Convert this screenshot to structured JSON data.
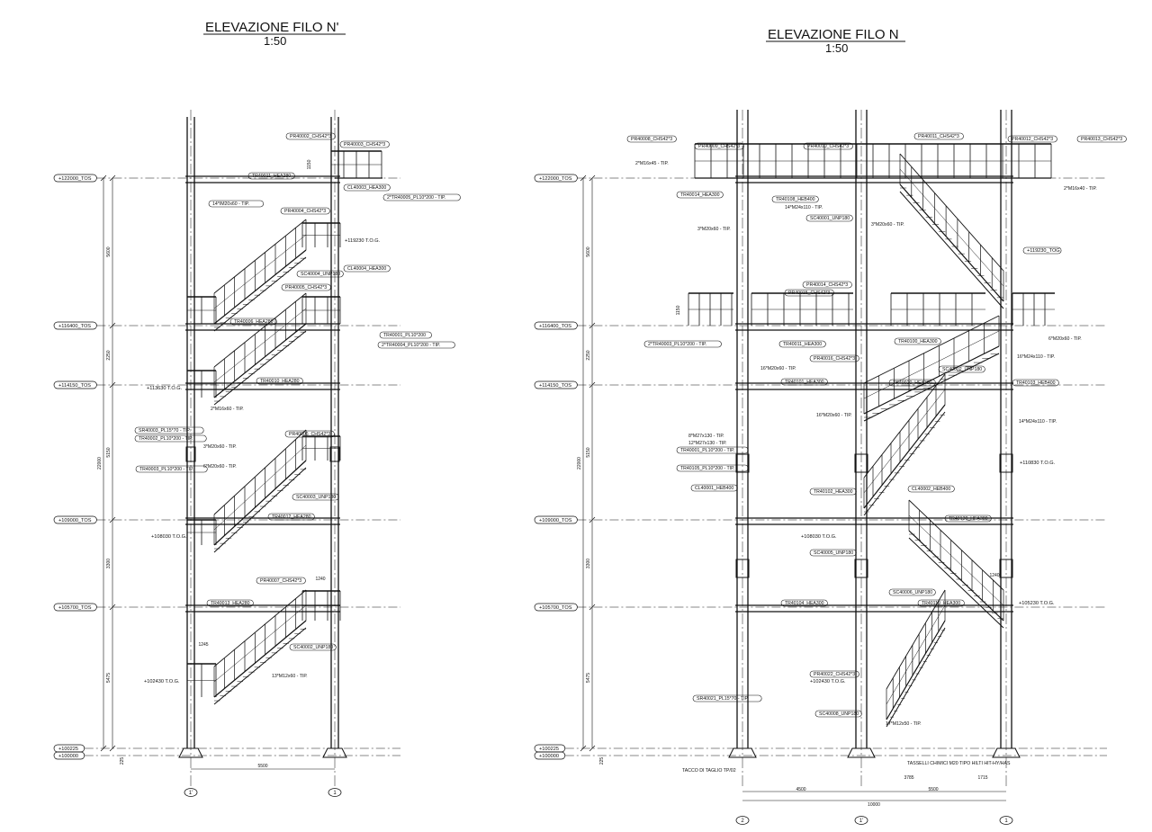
{
  "left": {
    "title": "ELEVAZIONE FILO N'",
    "scale": "1:50",
    "levels": [
      "+122000_TOS",
      "+116400_TOS",
      "+114150_TOS",
      "+109000_TOS",
      "+105700_TOS",
      "+100225",
      "+100000"
    ],
    "tog": [
      "+119230 T.O.G.",
      "+113630 T.O.G.",
      "+108030 T.O.G.",
      "+102430 T.O.G."
    ],
    "tags": [
      "PR40002_CHS42*3",
      "PR40003_CHS42*3",
      "TR40011_HEA280",
      "2*TR40005_PL10*200 - TIP.",
      "14*IM20x60 - TIP.",
      "PR40004_CHS42*3",
      "SC40004_UNP180",
      "TR40006_HEA280",
      "PR40005_CHS42*3",
      "2*TR40004_PL10*200 - TIP.",
      "TR40010_HEA280",
      "PR40006_CHS42*3",
      "SC40003_UNP180",
      "TR40012_HEA280",
      "PR40007_CHS42*3",
      "TR40013_HEA280",
      "SC40002_UNP180",
      "SR40003_PL15*70 - TIP.",
      "TR40002_PL10*200 - TIP.",
      "TR40003_PL10*200 - TIP.",
      "TR40001_PL10*200",
      "CL40003_HEA300",
      "CL40004_HEA300"
    ],
    "dims": [
      "5600",
      "2250",
      "5150",
      "3300",
      "5475",
      "22000",
      "225",
      "5500",
      "1150",
      "1245",
      "1240"
    ],
    "axes": [
      "1'",
      "1"
    ]
  },
  "right": {
    "title": "ELEVAZIONE FILO N",
    "scale": "1:50",
    "levels": [
      "+122000_TOS",
      "+116400_TOS",
      "+114150_TOS",
      "+109000_TOS",
      "+105700_TOS",
      "+100225",
      "+100000"
    ],
    "tog": [
      "+119230_TOG",
      "+110830 T.O.G.",
      "+108030 T.O.G.",
      "+105230 T.O.G.",
      "+102430 T.O.G."
    ],
    "tags": [
      "PR40008_CHS42*3",
      "PR40009_CHS42*3",
      "PR40010_CHS42*3",
      "PR40011_CHS42*3",
      "PR40012_CHS42*3",
      "PR40013_CHS42*3",
      "TR40014_HEA300",
      "TR40108_HEB400",
      "SC40001_UNP180",
      "PR40014_CHS42*3",
      "PR40015_CHS42*3",
      "TR40011_HEA300",
      "TR40100_HEA300",
      "TR40103_HEB400",
      "TR40101_HEA300",
      "PR40016_CHS42*3",
      "TR40020_HEA300",
      "SC40002_UNP180",
      "TR40001_PL10*200 - TIP.",
      "TR40105_PL10*200 - TIP.",
      "CL40001_HEB400",
      "TR40102_HEA300",
      "SC40005_UNP180",
      "TR40130_HEA300",
      "SC40006_UNP180",
      "CL40002_HEB400",
      "TR40104_HEA300",
      "TR40110_HEA300",
      "PR40022_CHS42*3",
      "SC40008_UNP180",
      "SR40021_PL15*70 - TIP.",
      "2*TR40003_PL10*200 - TIP."
    ],
    "notes": [
      "TACCO DI TAGLIO TP/02",
      "TASSELLI CHIMICI M20 TIPO HILTI HIT-HY/HAS"
    ],
    "dims": [
      "5600",
      "2250",
      "5150",
      "3300",
      "5475",
      "22000",
      "225",
      "4500",
      "5500",
      "10000",
      "3785",
      "1715",
      "1150",
      "1240"
    ],
    "axes": [
      "2",
      "1'",
      "1"
    ]
  }
}
